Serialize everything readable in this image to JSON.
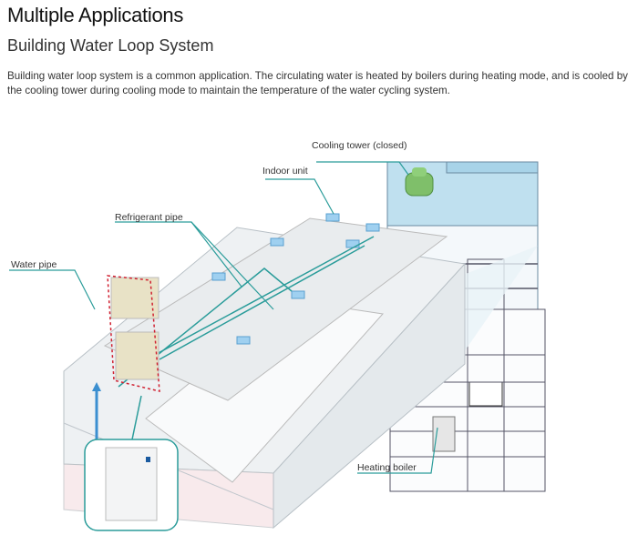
{
  "title": "Multiple Applications",
  "subtitle": "Building Water Loop System",
  "description": "Building water loop system is a common application. The circulating water is heated by boilers during heating mode, and is cooled by the cooling tower during cooling mode to maintain the temperature of the  water cycling system.",
  "diagram": {
    "labels": {
      "cooling_tower": "Cooling tower (closed)",
      "indoor_unit": "Indoor unit",
      "refrigerant_pipe": "Refrigerant pipe",
      "water_pipe": "Water pipe",
      "heating_boiler": "Heating boiler"
    },
    "colors": {
      "leader": "#2a9c9a",
      "water_pipe": "#3b8fd0",
      "unit_box": "#d02030"
    }
  }
}
